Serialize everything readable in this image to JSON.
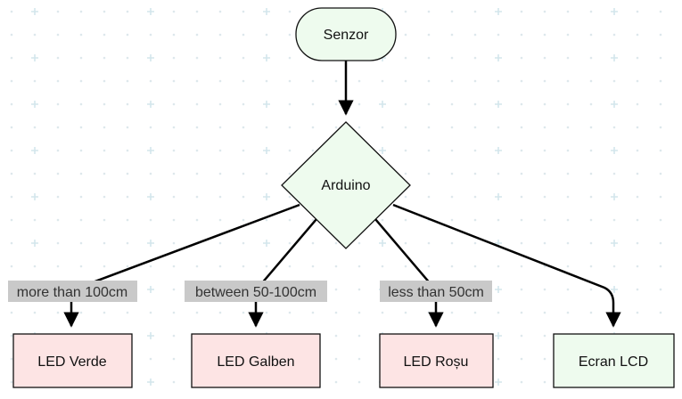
{
  "colors": {
    "background": "#ffffff",
    "grid_dot": "#dde8ec",
    "grid_plus": "#d3e6ec",
    "edge": "#000000",
    "start_fill": "#eefbee",
    "decision_fill": "#eefbee",
    "output_red_fill": "#fde4e4",
    "output_green_fill": "#eefbee",
    "node_stroke": "#111111",
    "label_bg": "#c9c9c9"
  },
  "nodes": {
    "sensor": {
      "label": "Senzor",
      "shape": "rounded-pill"
    },
    "arduino": {
      "label": "Arduino",
      "shape": "diamond"
    },
    "led_verde": {
      "label": "LED Verde",
      "shape": "rectangle"
    },
    "led_galben": {
      "label": "LED Galben",
      "shape": "rectangle"
    },
    "led_rosu": {
      "label": "LED Roșu",
      "shape": "rectangle"
    },
    "ecran_lcd": {
      "label": "Ecran LCD",
      "shape": "rectangle"
    }
  },
  "edges": {
    "sensor_to_arduino": {
      "label": ""
    },
    "arduino_to_verde": {
      "label": "more than 100cm"
    },
    "arduino_to_galben": {
      "label": "between 50-100cm"
    },
    "arduino_to_rosu": {
      "label": "less than 50cm"
    },
    "arduino_to_lcd": {
      "label": ""
    }
  }
}
